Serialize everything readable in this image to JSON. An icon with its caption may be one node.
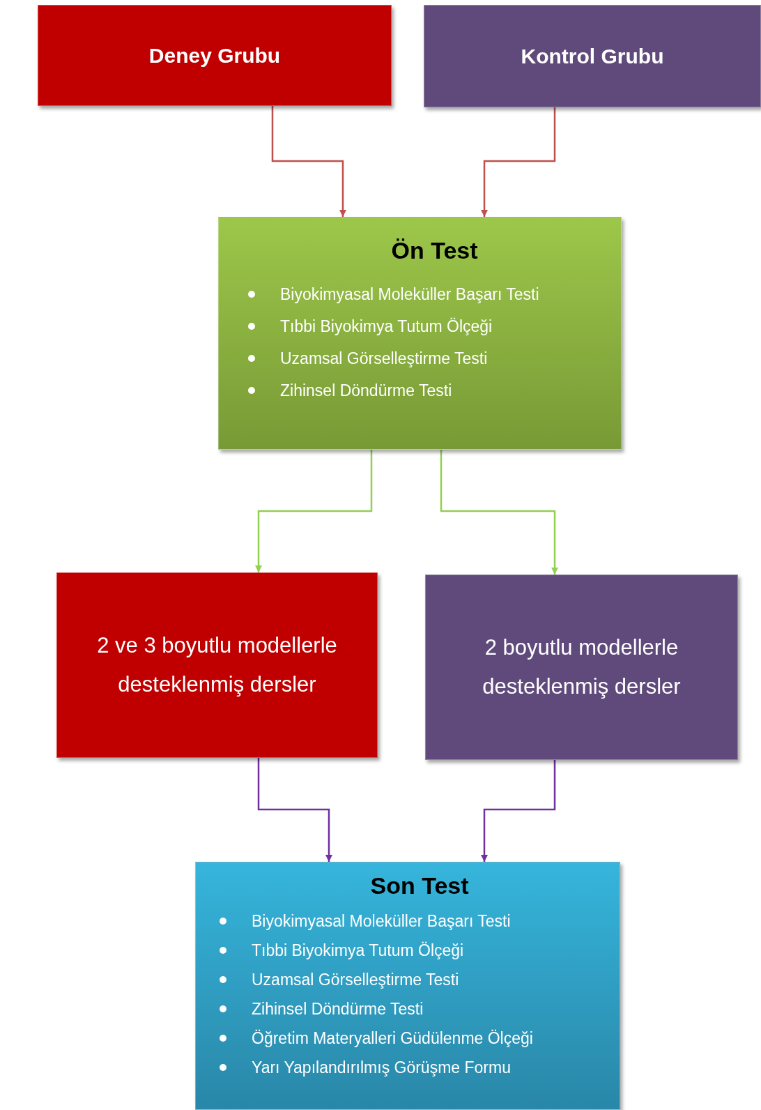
{
  "diagram": {
    "nodes": [
      {
        "text": [
          "Deney Grubu"
        ]
      },
      {
        "text": [
          "Kontrol Grubu"
        ]
      },
      {
        "text": [
          "Ön Test",
          "Biyokimyasal Moleküller Başarı Testi",
          "Tıbbi Biyokimya Tutum Ölçeği",
          "Uzamsal Görselleştirme Testi",
          "Zihinsel Döndürme Testi"
        ]
      },
      {
        "text": [
          "2 ve 3 boyutlu modellerle desteklenmiş dersler"
        ]
      },
      {
        "text": [
          "2 boyutlu modellerle desteklenmiş dersler"
        ]
      },
      {
        "text": [
          "Son Test",
          "Biyokimyasal Moleküller Başarı Testi",
          "Tıbbi Biyokimya Tutum Ölçeği",
          "Uzamsal Görselleştirme Testi",
          "Zihinsel Döndürme Testi",
          "Öğretim Materyalleri Güdülenme Ölçeği",
          "Yarı Yapılandırılmış Görüşme Formu"
        ]
      }
    ],
    "edges": [
      {
        "from": 0,
        "to": 2,
        "arrow": "to",
        "color": "#c0504d"
      },
      {
        "from": 1,
        "to": 2,
        "arrow": "to",
        "color": "#c0504d"
      },
      {
        "from": 2,
        "to": 3,
        "arrow": "to",
        "color": "#92d050"
      },
      {
        "from": 2,
        "to": 4,
        "arrow": "to",
        "color": "#92d050"
      },
      {
        "from": 3,
        "to": 5,
        "arrow": "to",
        "color": "#7030a0"
      },
      {
        "from": 4,
        "to": 5,
        "arrow": "to",
        "color": "#7030a0"
      }
    ]
  }
}
